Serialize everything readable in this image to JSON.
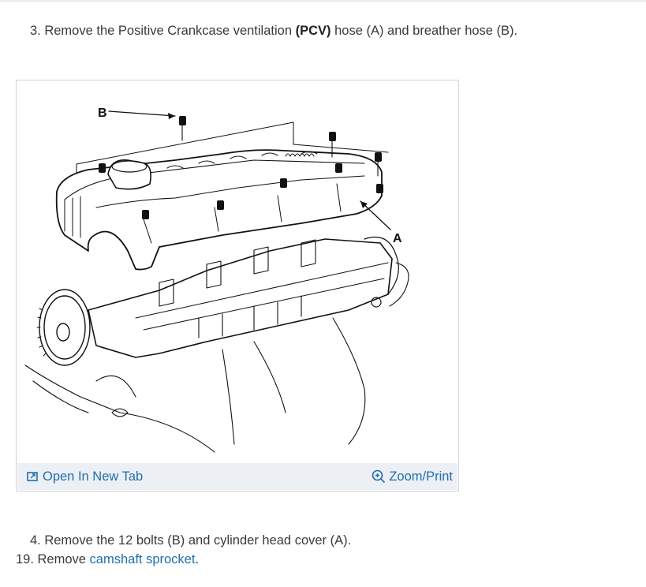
{
  "step3": {
    "prefix": "3. Remove the Positive Crankcase ventilation ",
    "bold": "(PCV)",
    "suffix": " hose (A) and breather hose (B)."
  },
  "figure": {
    "label_a": "A",
    "label_b": "B",
    "open_tab_label": "Open In New Tab",
    "zoom_label": "Zoom/Print",
    "open_tab_icon": "open-in-new-tab-icon",
    "zoom_icon": "zoom-in-icon"
  },
  "step4": "4. Remove the 12 bolts (B) and cylinder head cover (A).",
  "step19": {
    "prefix": "19. Remove ",
    "link": "camshaft sprocket",
    "suffix": "."
  },
  "colors": {
    "link": "#1f6fae",
    "footer_bg": "#eceff4"
  }
}
